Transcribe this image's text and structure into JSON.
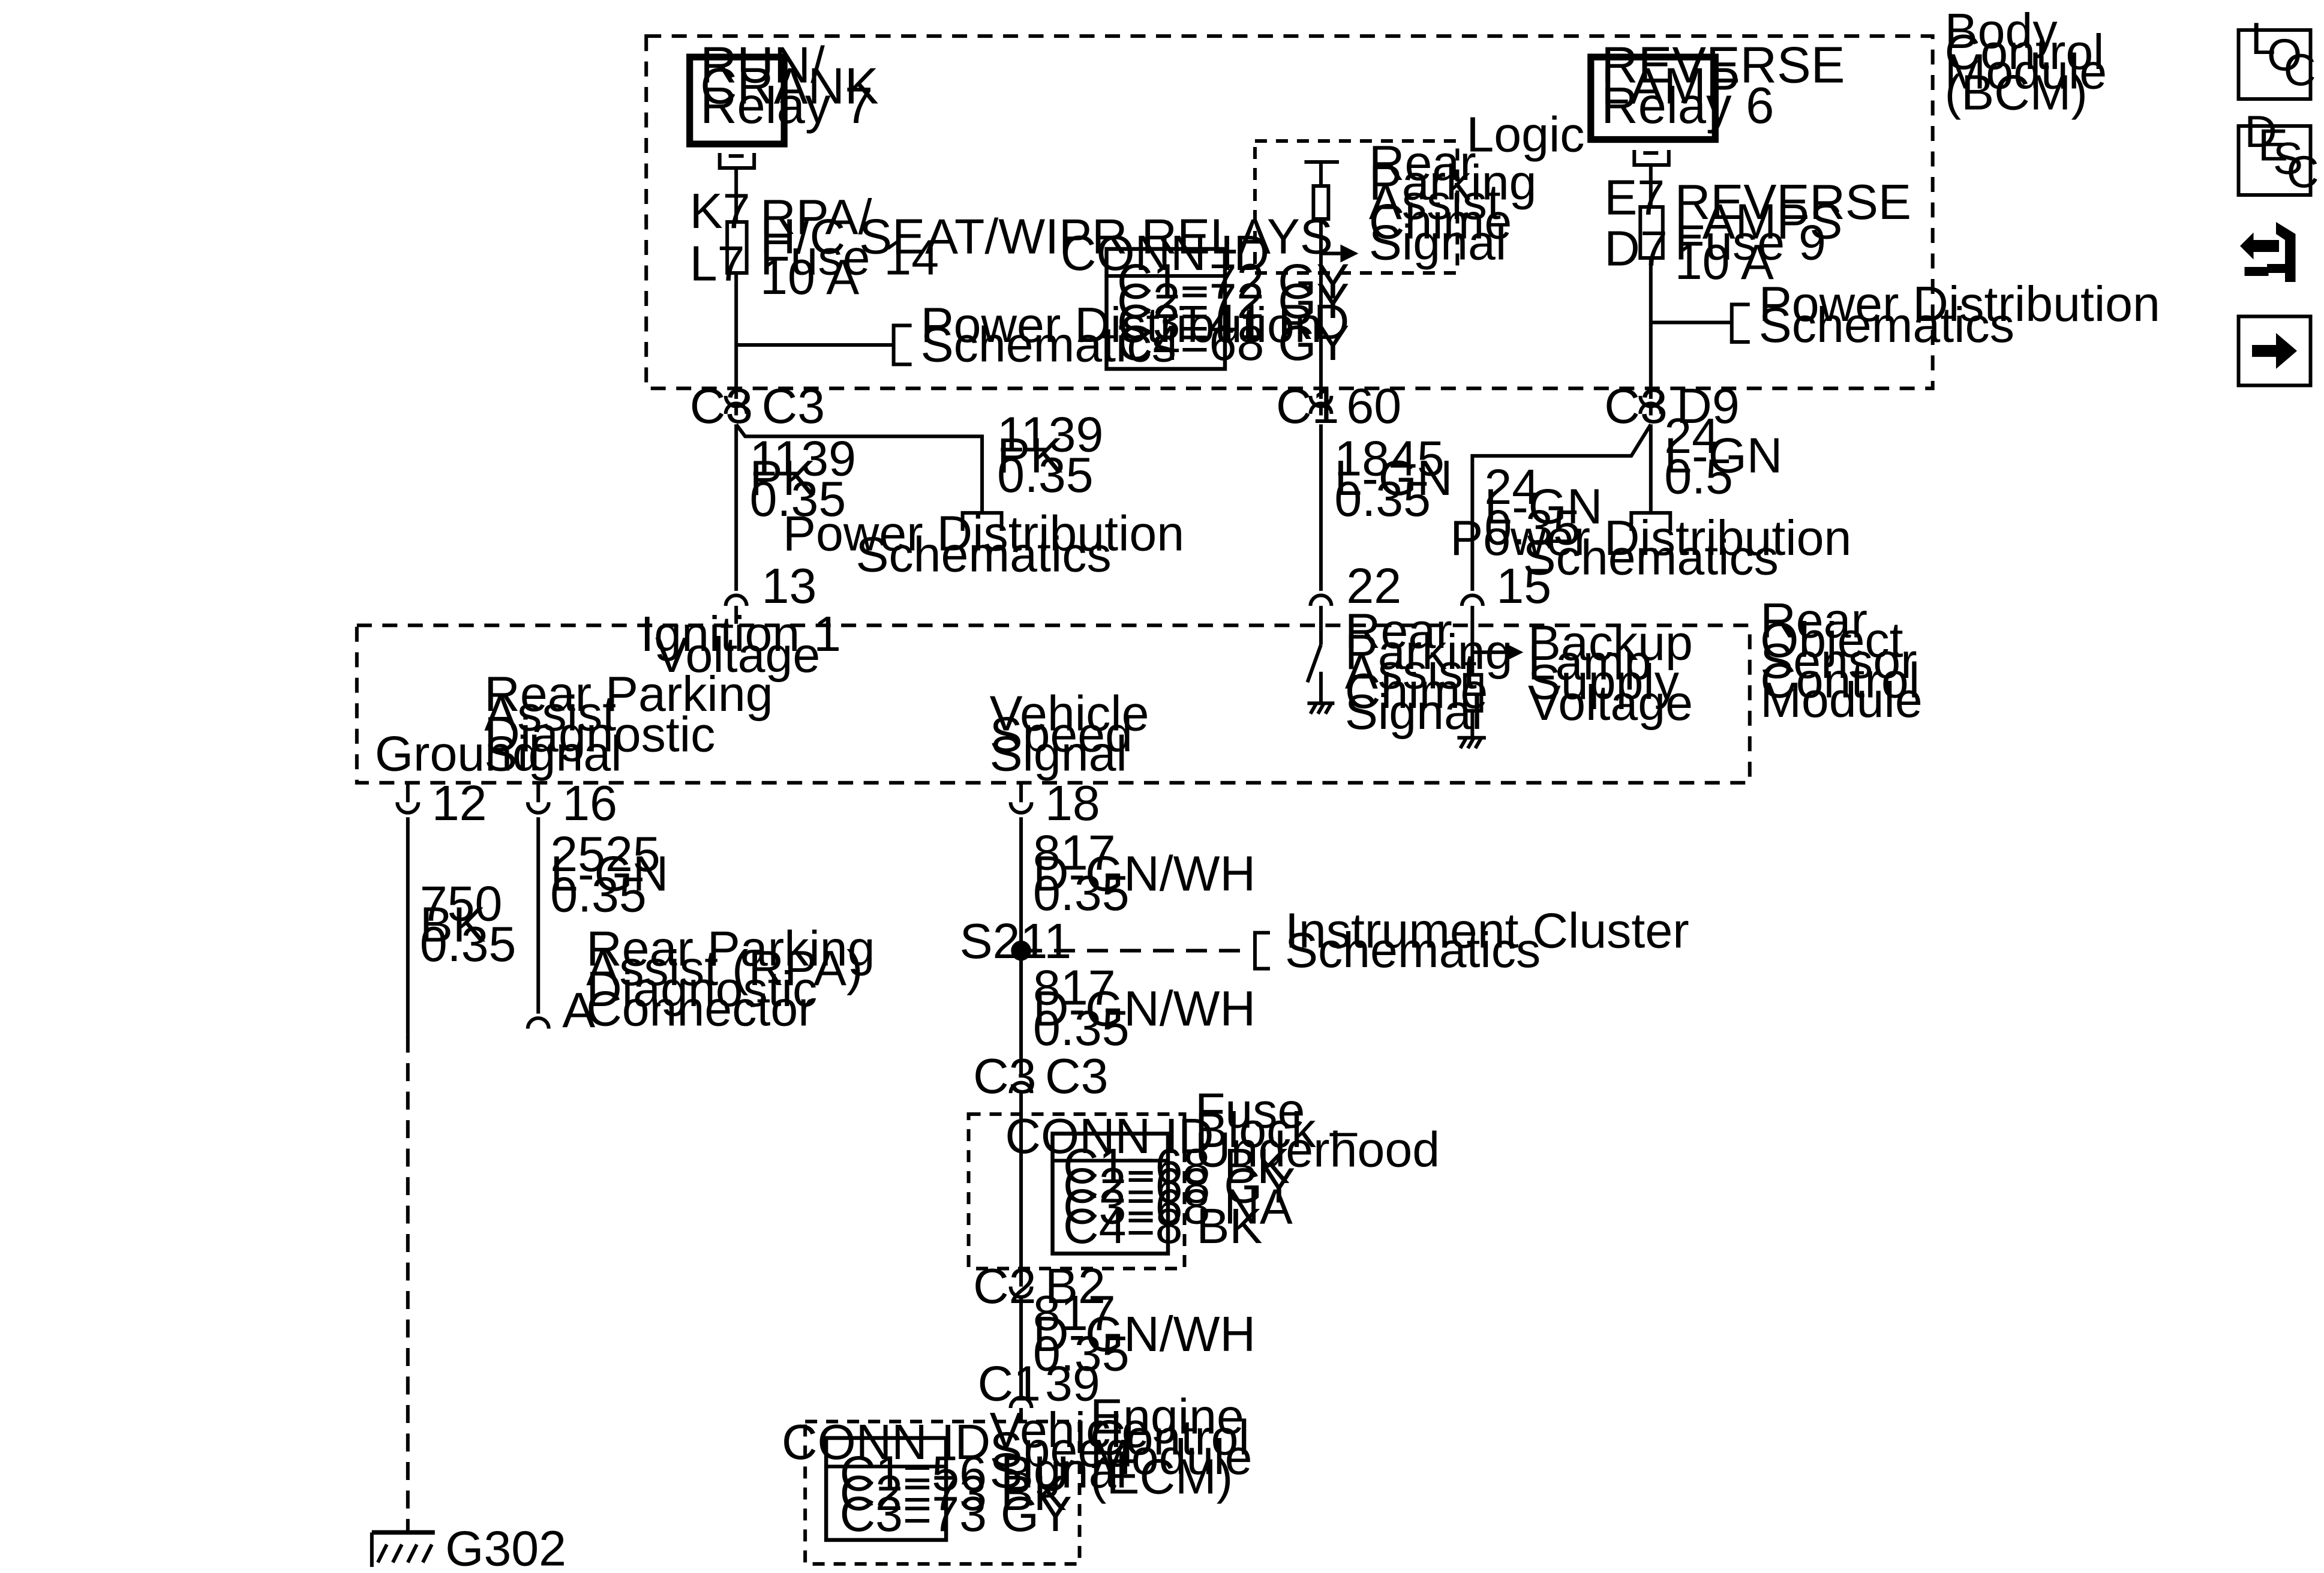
{
  "bcm": {
    "name": [
      "Body",
      "Control",
      "Module",
      "(BCM)"
    ]
  },
  "relays": {
    "run_crank": [
      "RUN/",
      "CRANK",
      "Relay 7"
    ],
    "reverse_lamp": [
      "REVERSE",
      "LAMP",
      "Relay 6"
    ]
  },
  "fuse14": {
    "pin_top": "K7",
    "pin_bottom": "L7",
    "label": [
      "RPA/",
      "H/C SEAT/WIPR RELAYS",
      "Fuse 14",
      "10 A"
    ]
  },
  "fuse9": {
    "pin_top": "E7",
    "pin_bottom": "D7",
    "label": [
      "REVERSE",
      "LAMPS",
      "Fuse 9",
      "10 A"
    ]
  },
  "power_distribution": [
    "Power Distribution",
    "Schematics"
  ],
  "bcm_conn_id": {
    "title": "CONN ID",
    "rows": [
      "C1=72 GY",
      "C2=72 GY",
      "C3=41 RD",
      "C4=68 GY"
    ]
  },
  "logic": {
    "name": "Logic",
    "signal": [
      "Rear",
      "Parking",
      "Assist",
      "Chime",
      "Signal"
    ]
  },
  "bcm_pins": {
    "left_a": "C3",
    "left_b": "C3",
    "mid_a": "C1",
    "mid_b": "60",
    "right_a": "C3",
    "right_b": "D9"
  },
  "wires": {
    "w1139_main": [
      "1139",
      "PK",
      "0.35"
    ],
    "w1139_branch": [
      "1139",
      "PK",
      "0.35"
    ],
    "w1845": [
      "1845",
      "L-GN",
      "0.35"
    ],
    "w24_a": [
      "24",
      "L-GN",
      "0.35"
    ],
    "w24_b": [
      "24",
      "L-GN",
      "0.5"
    ],
    "w750": [
      "750",
      "BK",
      "0.35"
    ],
    "w2525": [
      "2525",
      "L-GN",
      "0.35"
    ],
    "w817_a": [
      "817",
      "D-GN/WH",
      "0.35"
    ],
    "w817_b": [
      "817",
      "D-GN/WH",
      "0.35"
    ],
    "w817_c": [
      "817",
      "D-GN/WH",
      "0.35"
    ]
  },
  "rosm": {
    "name": [
      "Rear",
      "Object",
      "Sensor",
      "Control",
      "Module"
    ],
    "pins": {
      "p13": "13",
      "p22": "22",
      "p15": "15",
      "p12": "12",
      "p16": "16",
      "p18": "18"
    },
    "ignition": [
      "Ignition 1",
      "Voltage"
    ],
    "chime": [
      "Rear",
      "Parking",
      "Assist",
      "Chime",
      "Signal"
    ],
    "backup": [
      "Backup",
      "Lamp",
      "Supply",
      "Voltage"
    ],
    "ground": "Ground",
    "diag": [
      "Rear Parking",
      "Assist",
      "Diagnostic",
      "Signal"
    ],
    "vss": [
      "Vehicle",
      "Speed",
      "Signal"
    ]
  },
  "rpa_connector": {
    "pin": "A",
    "label": [
      "Rear Parking",
      "Assist (RPA)",
      "Diagnostic",
      "Connector"
    ]
  },
  "splice": {
    "name": "S211"
  },
  "instrument_cluster": [
    "Instrument Cluster",
    "Schematics"
  ],
  "fuse_block": {
    "pins_top": [
      "C3",
      "C3"
    ],
    "pins_bottom": [
      "C2",
      "B2"
    ],
    "name": [
      "Fuse",
      "Block –",
      "Underhood"
    ],
    "conn_title": "CONN ID",
    "conn_rows": [
      "C1=68 BK",
      "C2=68 GY",
      "C3=68 NA",
      "C4=8 BK"
    ]
  },
  "ecm": {
    "pins": [
      "C1",
      "39"
    ],
    "signal": [
      "Vehicle",
      "Speed",
      "Signal"
    ],
    "name": [
      "Engine",
      "Control",
      "Module",
      "(ECM)"
    ],
    "conn_title": "CONN ID",
    "conn_rows": [
      "C1=56 BU",
      "C2=73 BK",
      "C3=73 GY"
    ]
  },
  "ground_label": "G302",
  "nav": {
    "loc": [
      "L",
      "O",
      "C"
    ],
    "desc": [
      "D",
      "E",
      "S",
      "C"
    ],
    "icons": [
      "schematic-swap-icon",
      "next-arrow-icon"
    ]
  }
}
